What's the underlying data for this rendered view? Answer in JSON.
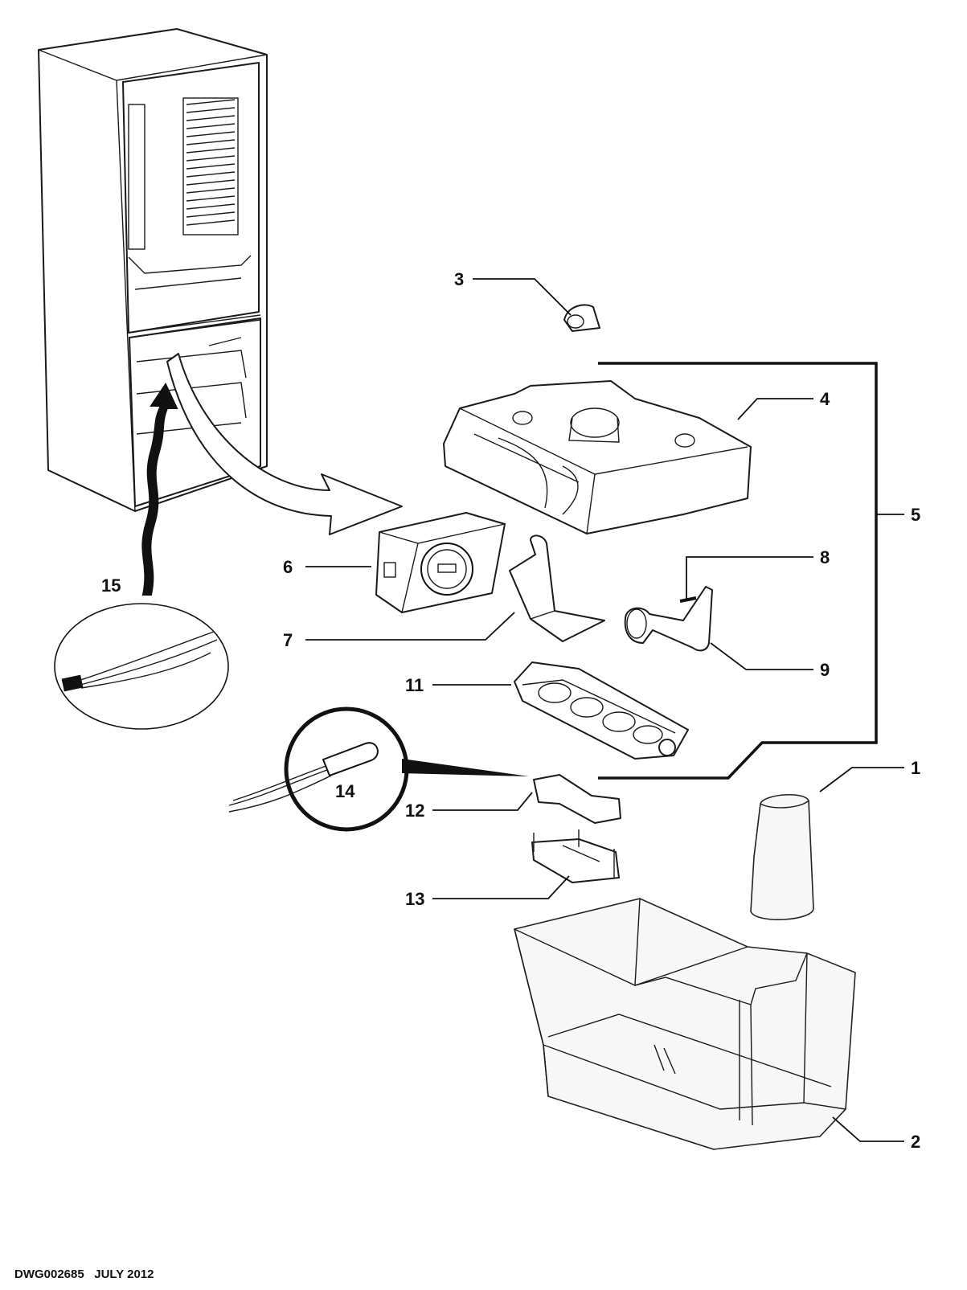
{
  "callouts": {
    "c1": "1",
    "c2": "2",
    "c3": "3",
    "c4": "4",
    "c5": "5",
    "c6": "6",
    "c7": "7",
    "c8": "8",
    "c9": "9",
    "c11": "11",
    "c12": "12",
    "c13": "13",
    "c14": "14",
    "c15": "15"
  },
  "footer": {
    "drawing_number": "DWG002685",
    "date": "JULY 2012"
  }
}
